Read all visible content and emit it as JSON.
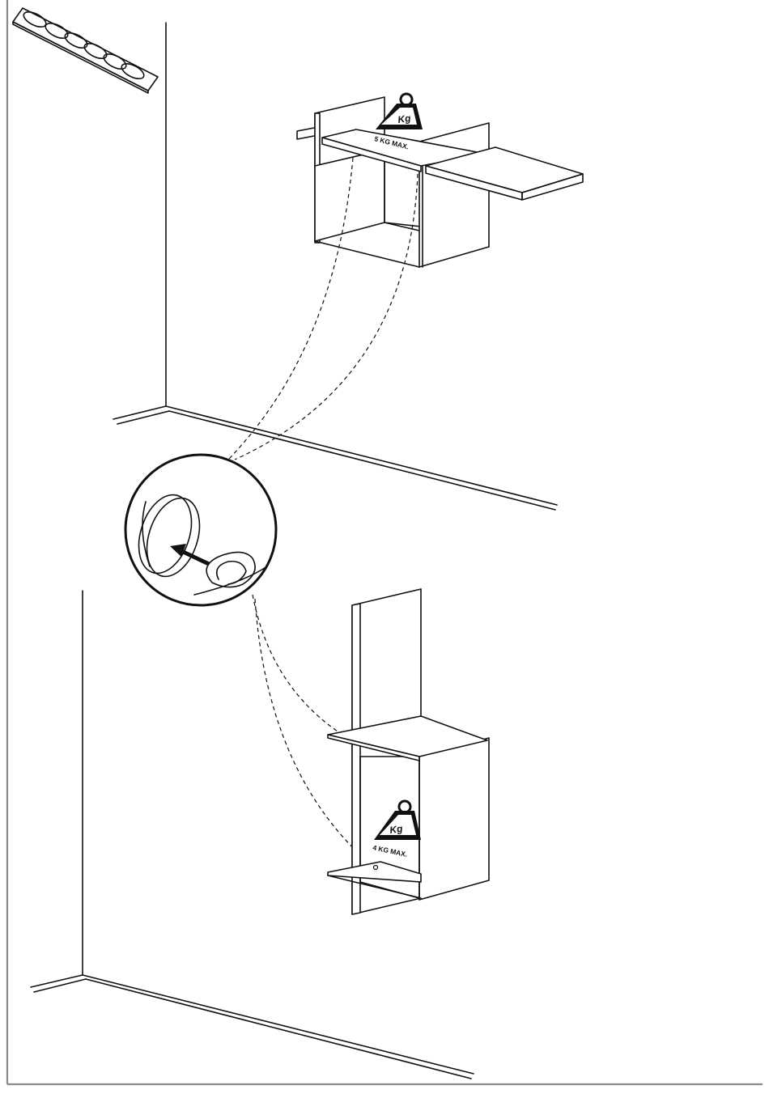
{
  "labels": {
    "top_weight_limit": "5 KG MAX.",
    "bottom_weight_limit": "4 KG MAX.",
    "weight_icon_text": "Kg"
  },
  "icons": [
    "adhesive-pads-strip-icon",
    "weight-icon",
    "push-arrow-icon",
    "bumper-pad-icon"
  ],
  "colors": {
    "line": "#111111",
    "frame": "#8a8a8a",
    "background": "#ffffff"
  }
}
